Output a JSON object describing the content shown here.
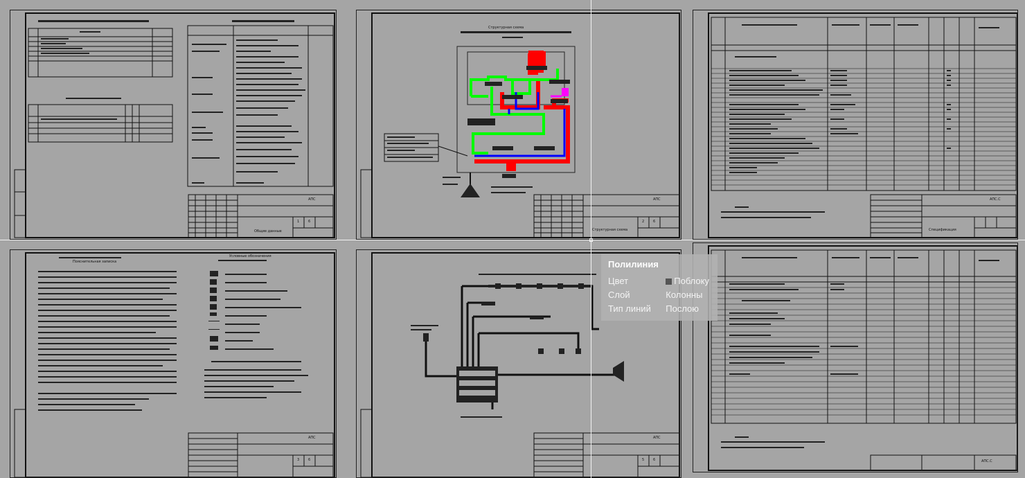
{
  "tooltip": {
    "title": "Полилиния",
    "rows": [
      {
        "key": "Цвет",
        "value": "Поблоку"
      },
      {
        "key": "Слой",
        "value": "Колонны"
      },
      {
        "key": "Тип линий",
        "value": "Послою"
      }
    ]
  },
  "sheets": {
    "s1": {
      "stamp_code": "АПС",
      "stamp_name": "Общие данные",
      "stamp_sheet": "1",
      "stamp_sheets": "6"
    },
    "s2": {
      "title": "Структурная схема",
      "stamp_code": "АПС",
      "stamp_name": "Структурная схема",
      "stamp_sheet": "2",
      "stamp_sheets": "6"
    },
    "s3": {
      "stamp_code": "АПС.С",
      "stamp_name": "Спецификация"
    },
    "s4": {
      "title": "Пояснительная записка",
      "legend_title": "Условные обозначения",
      "stamp_code": "АПС",
      "stamp_sheet": "3",
      "stamp_sheets": "6"
    },
    "s5": {
      "stamp_code": "АПС",
      "stamp_sheet": "5",
      "stamp_sheets": "6"
    },
    "s6": {
      "stamp_code": "АПС.С"
    }
  },
  "colors": {
    "background": "#a5a5a5",
    "green": "#00ff00",
    "red": "#ff0000",
    "blue": "#0000ff",
    "magenta": "#ff00ff"
  }
}
